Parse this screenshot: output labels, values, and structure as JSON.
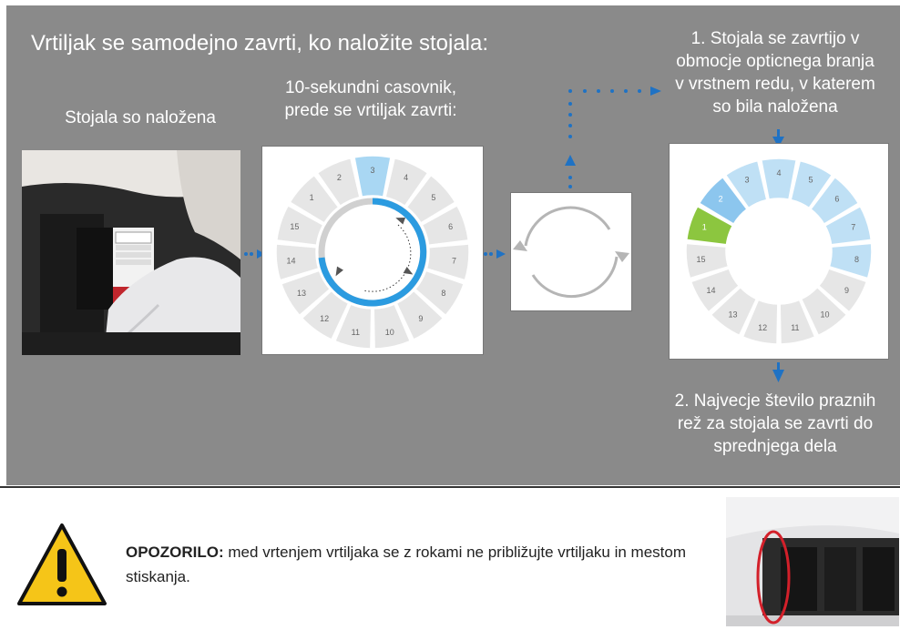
{
  "title": "Vrtiljak se samodejno zavrti, ko naložite stojala:",
  "steps": {
    "loaded": "Stojala so naložena",
    "timer_line1": "10-sekundni casovnik,",
    "timer_line2": "prede se vrtiljak zavrti:",
    "scan_line1": "1. Stojala se zavrtijo v",
    "scan_line2": "obmocje opticnega branja",
    "scan_line3": "v vrstnem redu, v katerem",
    "scan_line4": "so bila naložena",
    "empty_line1": "2. Najvecje število praznih",
    "empty_line2": "rež za stojala se zavrti do",
    "empty_line3": "sprednjega dela"
  },
  "carousel_left": {
    "slots": [
      "1",
      "2",
      "3",
      "4",
      "5",
      "6",
      "7",
      "8",
      "9",
      "10",
      "11",
      "12",
      "13",
      "14",
      "15"
    ],
    "highlighted_slot": "3"
  },
  "carousel_right": {
    "slots": [
      "1",
      "2",
      "3",
      "4",
      "5",
      "6",
      "7",
      "8",
      "9",
      "10",
      "11",
      "12",
      "13",
      "14",
      "15"
    ],
    "green_slot": "1",
    "blue_slot": "2",
    "light_blue_slots": [
      "3",
      "4",
      "5",
      "6",
      "7",
      "8"
    ]
  },
  "warning": {
    "label": "OPOZORILO:",
    "text": " med vrtenjem vrtiljaka se z rokami ne približujte vrtiljaku in mestom stiskanja."
  },
  "colors": {
    "panel": "#8a8a8a",
    "accent_blue": "#1f72c4",
    "ring_blue": "#2b9be0",
    "light_blue": "#bfe0f5",
    "mid_blue": "#8cc6ee",
    "green": "#8cc63f",
    "slot_grey": "#e6e6e6",
    "warning_yellow": "#f5c518"
  }
}
